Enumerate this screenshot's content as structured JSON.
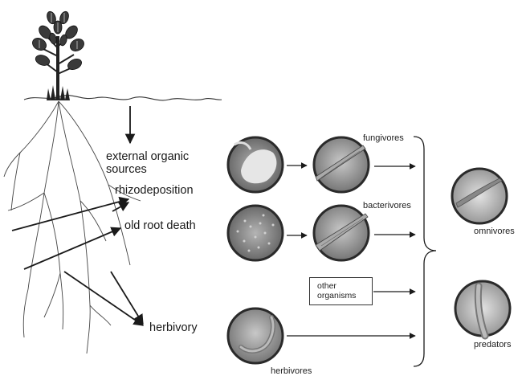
{
  "labels": {
    "external_organic_sources_line1": "external organic",
    "external_organic_sources_line2": "sources",
    "rhizodeposition": "rhizodeposition",
    "old_root_death": "old root death",
    "herbivory": "herbivory",
    "fungivores": "fungivores",
    "bacterivores": "bacterivores",
    "other_organisms_line1": "other",
    "other_organisms_line2": "organisms",
    "omnivores": "omnivores",
    "predators": "predators",
    "herbivores": "herbivores"
  },
  "icons": {
    "plant": "plant-icon",
    "fungi_micrograph": "fungal-hyphae-micrograph",
    "bacteria_micrograph": "bacteria-micrograph",
    "fungivore_nematode": "fungivore-nematode-micrograph",
    "bacterivore_nematode": "bacterivore-nematode-micrograph",
    "herbivore_nematode": "herbivore-nematode-micrograph",
    "omnivore_nematode": "omnivore-nematode-micrograph",
    "predator_nematode": "predator-nematode-micrograph"
  },
  "colors": {
    "ink": "#1a1a1a",
    "circle_border": "#2a2a2a",
    "micrograph_bg": "#9a9a9a"
  }
}
